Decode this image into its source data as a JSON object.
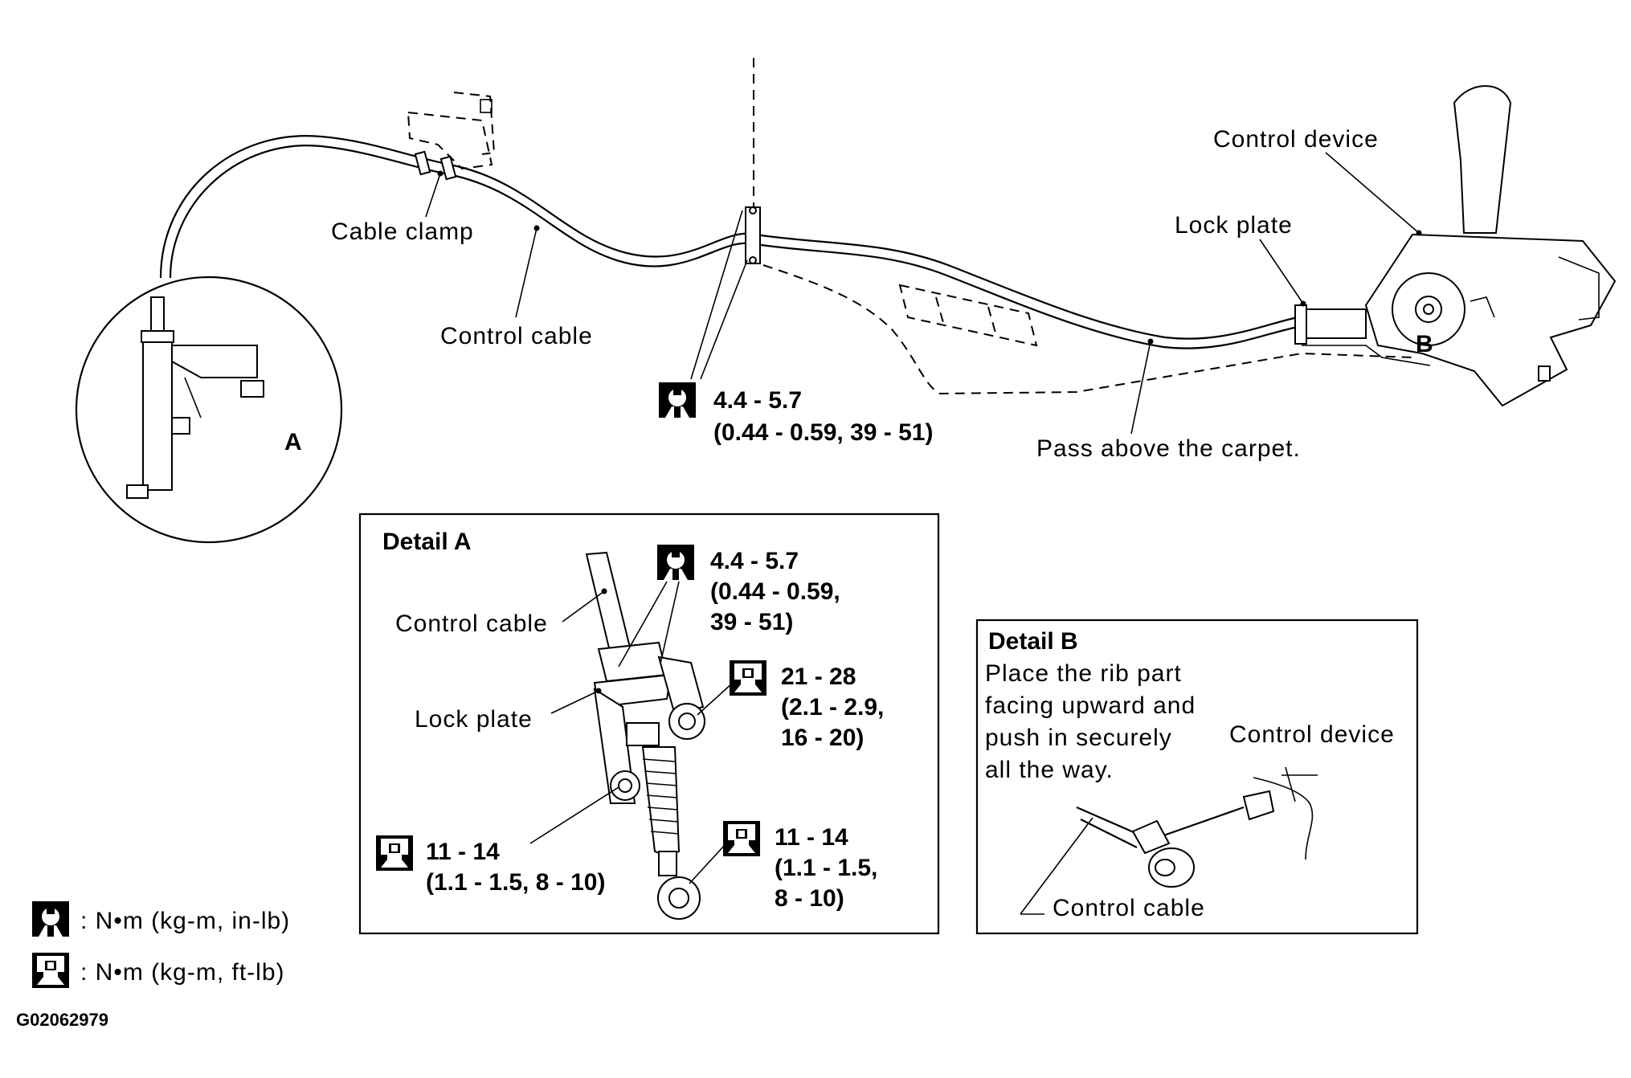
{
  "labels": {
    "cable_clamp": "Cable clamp",
    "control_cable_main": "Control cable",
    "control_device_main": "Control device",
    "lock_plate_main": "Lock plate",
    "pass_above": "Pass above the carpet.",
    "marker_a": "A",
    "marker_b": "B"
  },
  "torque_main": {
    "line1": "4.4 - 5.7",
    "line2": "(0.44 - 0.59, 39 - 51)"
  },
  "detail_a": {
    "title": "Detail A",
    "control_cable": "Control cable",
    "lock_plate": "Lock plate",
    "torque_top": {
      "line1": "4.4 - 5.7",
      "line2": "(0.44 - 0.59,",
      "line3": "39 - 51)"
    },
    "torque_right": {
      "line1": "21 - 28",
      "line2": "(2.1 - 2.9,",
      "line3": "16 - 20)"
    },
    "torque_left": {
      "line1": "11 - 14",
      "line2": "(1.1 - 1.5, 8 - 10)"
    },
    "torque_bottom": {
      "line1": "11 - 14",
      "line2": "(1.1 - 1.5,",
      "line3": "8 - 10)"
    }
  },
  "detail_b": {
    "title": "Detail B",
    "instruction": [
      "Place the rib part",
      "facing upward and",
      "push in securely",
      "all the way."
    ],
    "control_device": "Control device",
    "control_cable": "Control cable"
  },
  "legend": [
    {
      "icon": "torque-wrench-icon-inlb",
      "text": ":  N•m  (kg-m,  in-lb)"
    },
    {
      "icon": "torque-wrench-icon-ftlb",
      "text": ":  N•m  (kg-m,  ft-lb)"
    }
  ],
  "figure_code": "G02062979"
}
